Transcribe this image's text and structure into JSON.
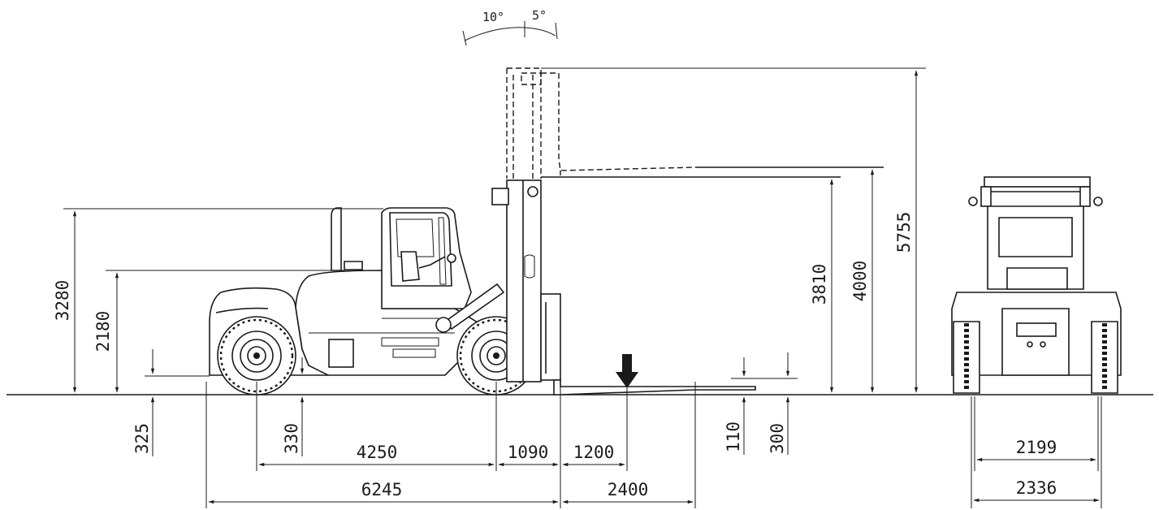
{
  "angles": {
    "tilt_forward": "10°",
    "tilt_backward": "5°"
  },
  "dimensions": {
    "overall_height_cab": "3280",
    "seat_height": "2180",
    "ground_clearance_chassis": "325",
    "ground_clearance_frame": "330",
    "wheelbase": "4250",
    "front_overhang": "1090",
    "load_center": "1200",
    "overall_length_to_fork_face": "6245",
    "fork_length": "2400",
    "fork_thickness": "110",
    "free_lift": "300",
    "mast_lowered_height": "3810",
    "lift_height": "4000",
    "mast_extended_height": "5755",
    "tread_width": "2199",
    "overall_width": "2336"
  }
}
